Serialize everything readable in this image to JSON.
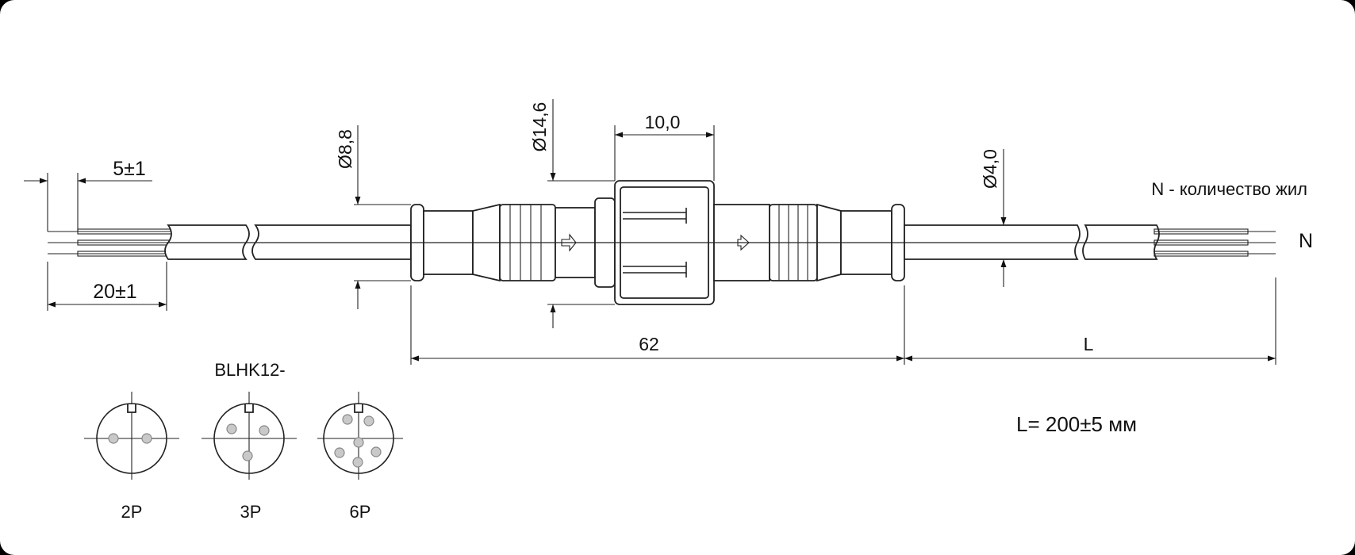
{
  "dimensions": {
    "strip_length": "5±1",
    "lead_length": "20±1",
    "cable_dia": "Ø8,8",
    "body_dia": "Ø14,6",
    "nut_length": "10,0",
    "wire_dia": "Ø4,0",
    "body_length": "62",
    "cable_length": "L"
  },
  "notes": {
    "cores_note": "N - количество жил",
    "cores_marker": "N",
    "length_formula": "L= 200±5 мм"
  },
  "pinouts": {
    "series": "BLHK12-",
    "items": [
      {
        "label": "2P",
        "pins": 2
      },
      {
        "label": "3P",
        "pins": 3
      },
      {
        "label": "6P",
        "pins": 6
      }
    ]
  }
}
